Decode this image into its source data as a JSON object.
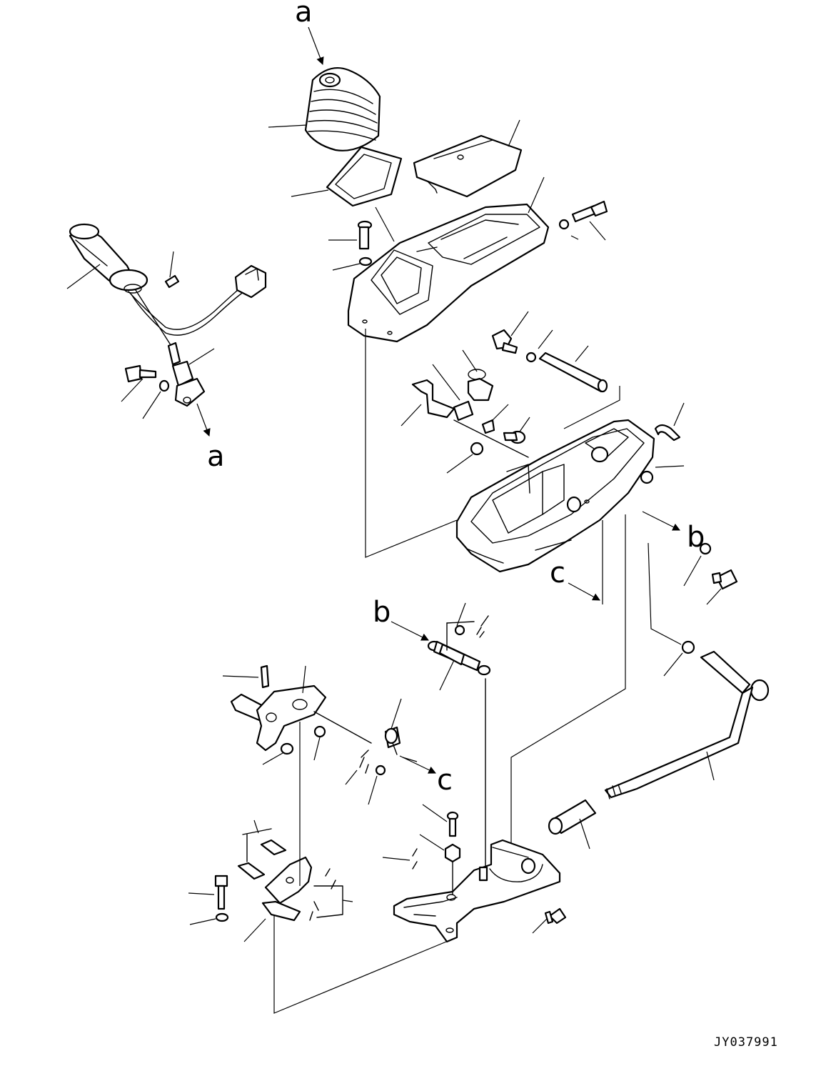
{
  "drawing": {
    "id_code": "JY037991",
    "ref_labels": {
      "a_top": "a",
      "a_bottom": "a",
      "b_right": "b",
      "b_left": "b",
      "c_right": "c",
      "c_left": "c"
    },
    "color_ink": "#000000",
    "color_paper": "#ffffff"
  }
}
